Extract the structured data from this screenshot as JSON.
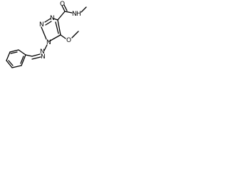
{
  "molecule": {
    "atoms": {
      "ring_n1": "N",
      "ring_n2": "N",
      "ring_n3": "N",
      "carbonyl_o": "O",
      "amide_n": "N",
      "amide_h": "H",
      "methoxy_o": "O",
      "azo_n1": "N",
      "azo_n2": "N"
    }
  },
  "colors": {
    "bond": "#000000",
    "label": "#000000",
    "background": "#ffffff"
  }
}
